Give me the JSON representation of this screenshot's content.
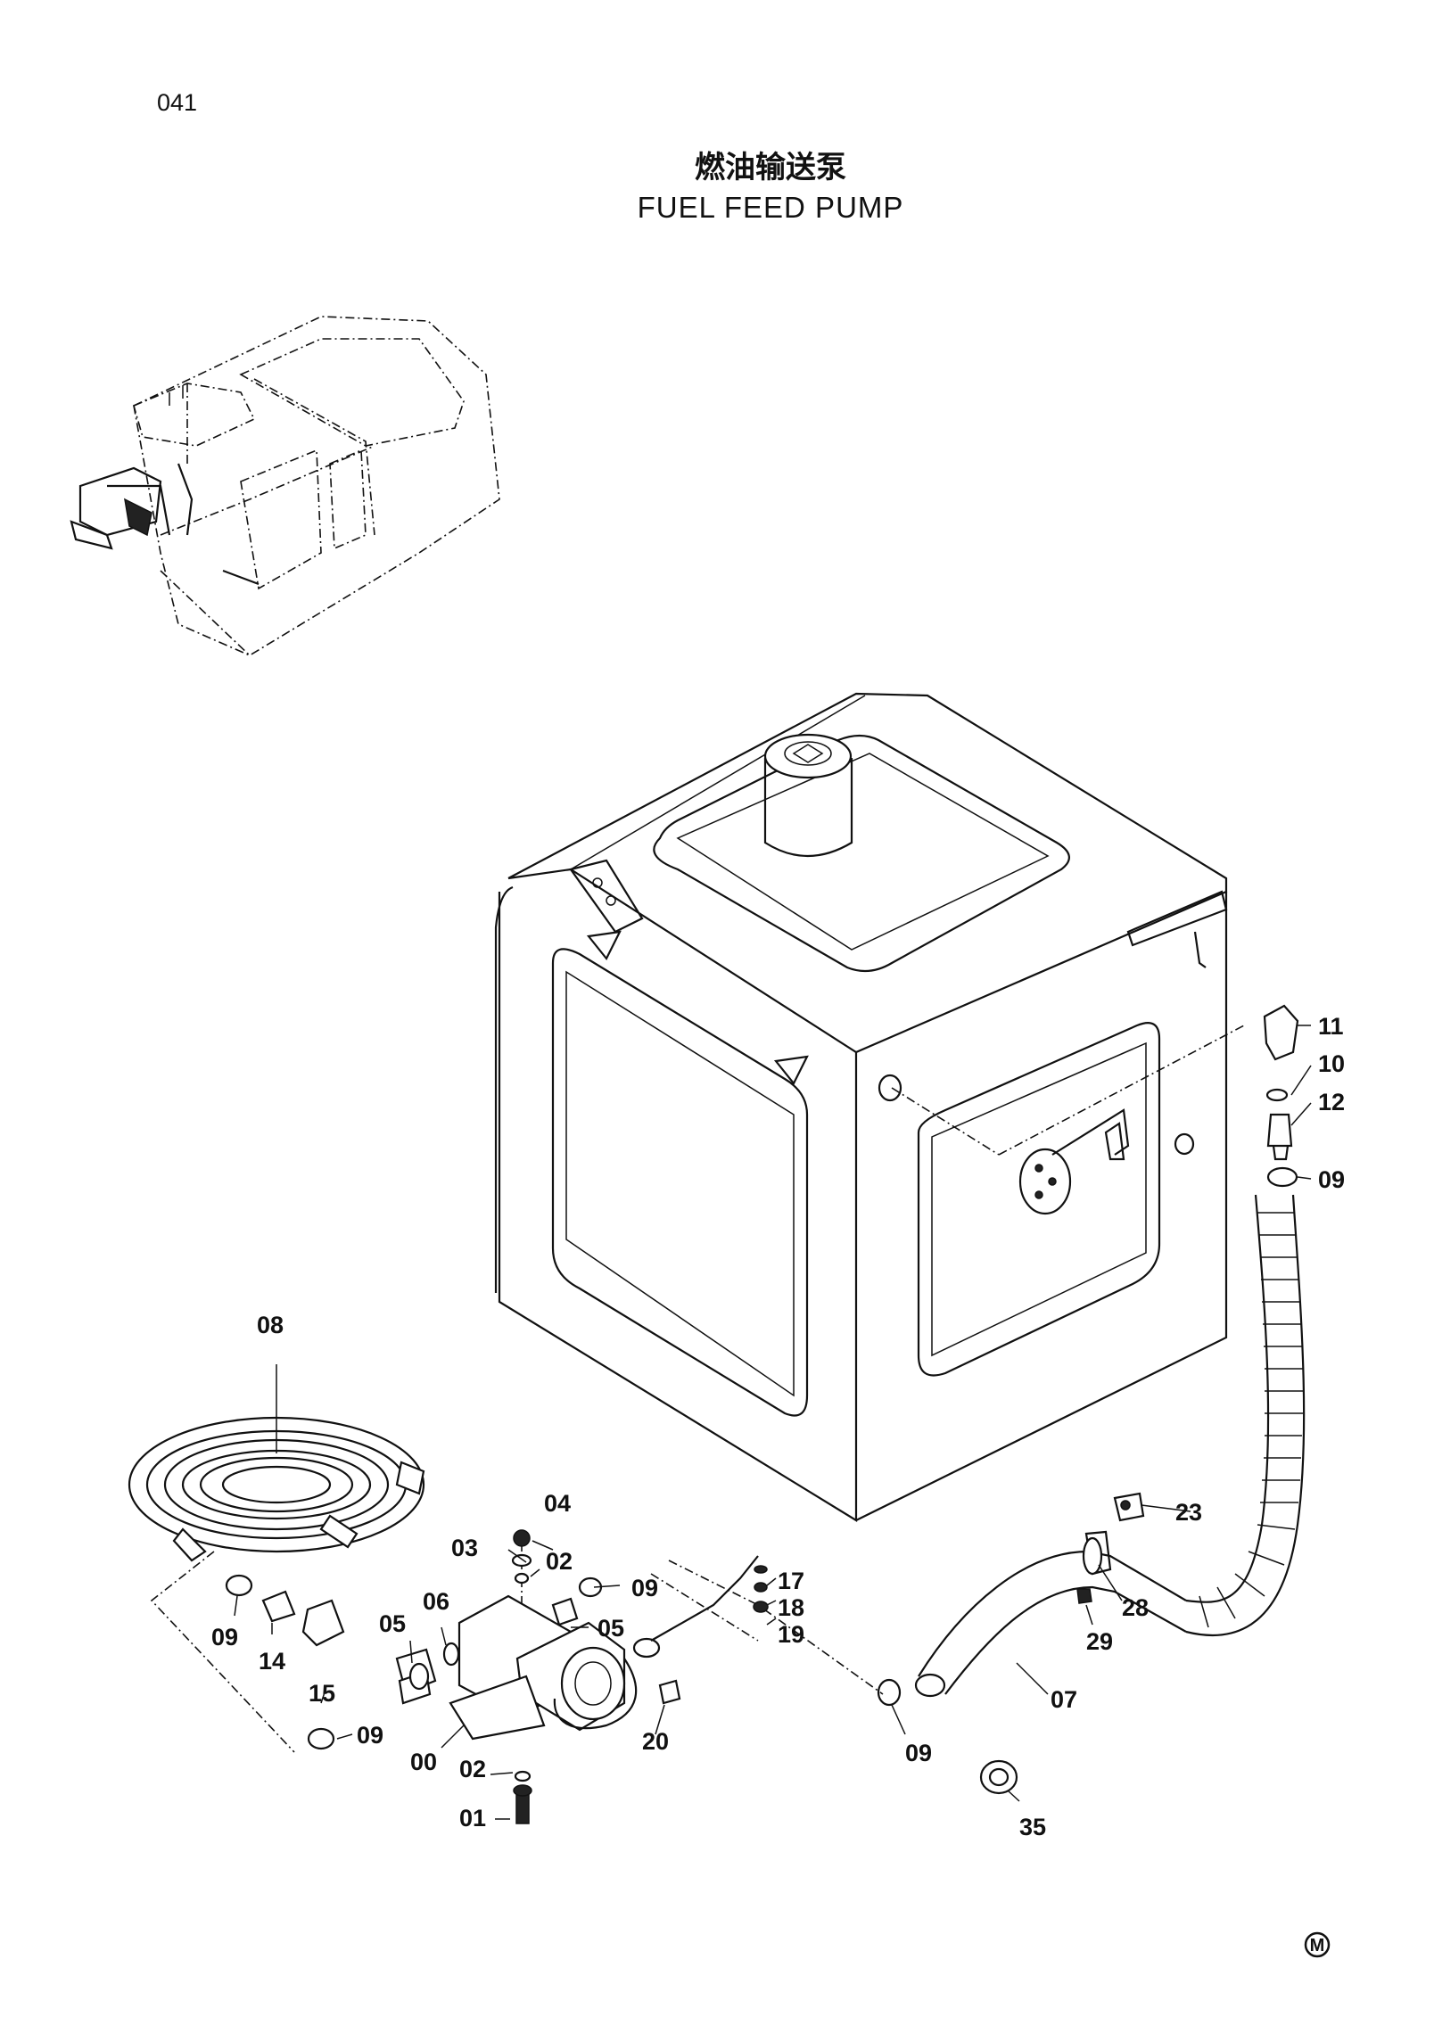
{
  "page_number": "041",
  "title_cn": "燃油输送泵",
  "title_en": "FUEL FEED PUMP",
  "callouts": [
    "00",
    "01",
    "02",
    "02",
    "03",
    "04",
    "05",
    "05",
    "06",
    "07",
    "08",
    "09",
    "09",
    "09",
    "09",
    "09",
    "10",
    "11",
    "12",
    "14",
    "15",
    "17",
    "18",
    "19",
    "20",
    "23",
    "28",
    "29",
    "35"
  ],
  "corner_mark": "M"
}
